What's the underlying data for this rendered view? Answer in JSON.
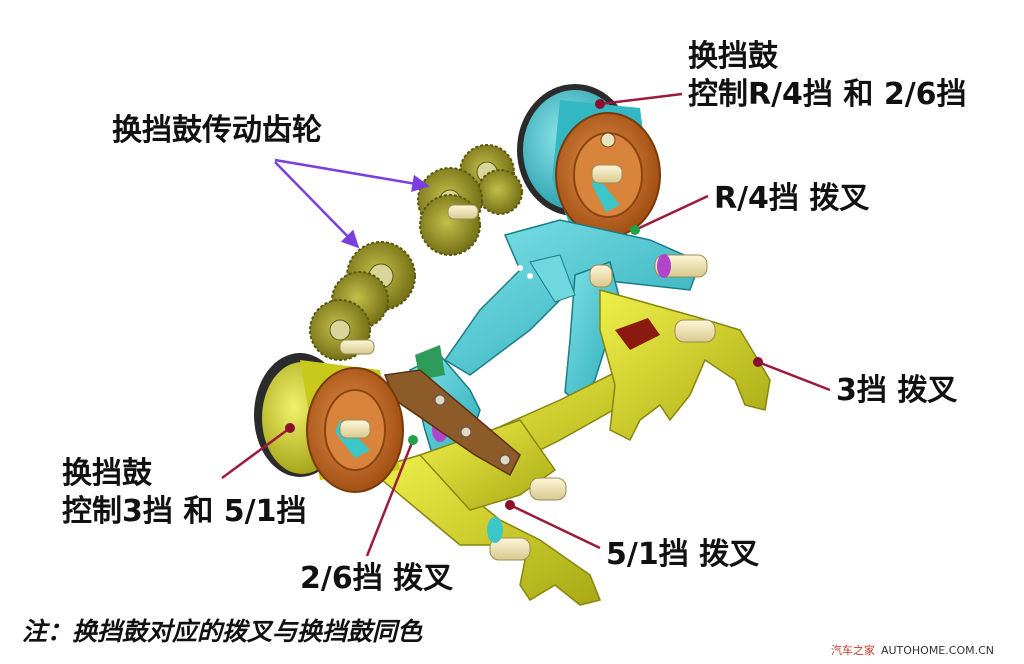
{
  "labels": {
    "drum_top_title": "换挡鼓",
    "drum_top_desc": "控制R/4挡 和 2/6挡",
    "drive_gears": "换挡鼓传动齿轮",
    "fork_r4": "R/4挡 拨叉",
    "fork_3": "3挡 拨叉",
    "drum_bottom_title": "换挡鼓",
    "drum_bottom_desc": "控制3挡 和 5/1挡",
    "fork_26": "2/6挡 拨叉",
    "fork_51": "5/1挡 拨叉"
  },
  "note": "注：换挡鼓对应的拨叉与换挡鼓同色",
  "watermark": {
    "cn": "汽车之家",
    "en": "AUTOHOME.COM.CN"
  },
  "colors": {
    "leader_line": "#9b1b3c",
    "leader_dot": "#8a0f2e",
    "gear_arrow": "#7b3fe0",
    "drum_top": "#c8691e",
    "drum_top_ring": "#3bc6c8",
    "drum_bottom": "#c8c81e",
    "gear_olive": "#8f8a1e",
    "fork_cyan": "#37c4cf",
    "fork_yellow": "#d4d42a",
    "text": "#111111"
  }
}
